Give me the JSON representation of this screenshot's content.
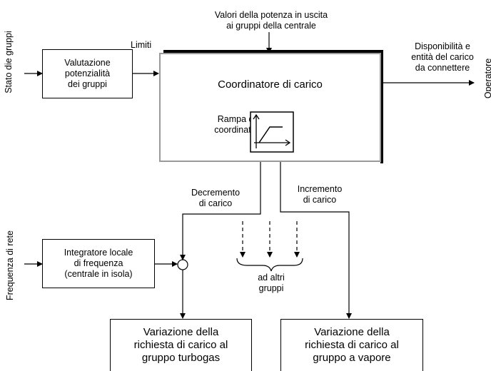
{
  "inputs": {
    "stato_gruppi": "Stato die gruppi",
    "frequenza_rete": "Frequenza di rete",
    "operatore": "Operatore"
  },
  "top_label": "Valori della potenza in uscita\nai gruppi della centrale",
  "limiti_label": "Limiti",
  "availability_label": "Disponibilità e\nentità del carico\nda connettere",
  "boxes": {
    "valutazione": "Valutazione\npotenzialità\ndei gruppi",
    "coordinatore": "Coordinatore di carico",
    "rampa": "Rampa del\ncoordinatore",
    "integratore": "Integratore locale\ndi frequenza\n(centrale in isola)",
    "turbogas": "Variazione della\nrichiesta di carico al\ngruppo turbogas",
    "vapore": "Variazione della\nrichiesta di carico al\ngruppo a vapore"
  },
  "decremento_label": "Decremento\ndi carico",
  "incremento_label": "Incremento\ndi carico",
  "altri_gruppi_label": "ad altri\ngruppi"
}
